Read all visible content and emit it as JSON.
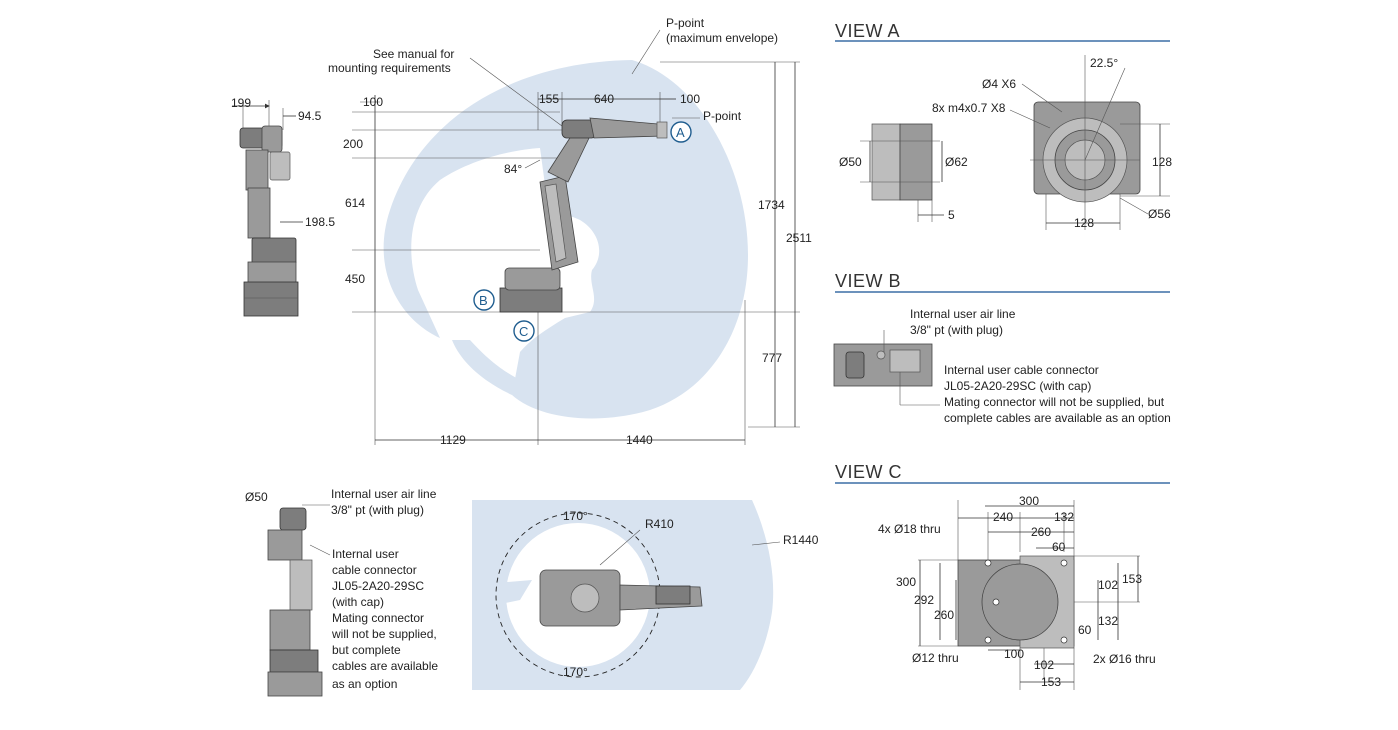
{
  "views": {
    "a": {
      "title": "VIEW A"
    },
    "b": {
      "title": "VIEW B"
    },
    "c": {
      "title": "VIEW C"
    }
  },
  "colors": {
    "envelope": "#d8e3f0",
    "robot": "#9a9a9a",
    "rule": "#3b6ea5",
    "callout": "#1f5d8f"
  },
  "side_view": {
    "labels": {
      "d199": "199",
      "d94_5": "94.5",
      "d198_5": "198.5"
    }
  },
  "main_view": {
    "p_point_envelope": [
      "P-point",
      "(maximum envelope)"
    ],
    "mounting_note": [
      "See manual for",
      "mounting requirements"
    ],
    "p_point": "P-point",
    "d100_left": "100",
    "d155": "155",
    "d640": "640",
    "d100_right": "100",
    "d200": "200",
    "d84": "84°",
    "d614": "614",
    "d450": "450",
    "d1734": "1734",
    "d2511": "2511",
    "d777": "777",
    "d1129": "1129",
    "d1440": "1440",
    "callout_a": "A",
    "callout_b": "B",
    "callout_c": "C"
  },
  "view_a": {
    "d50": "Ø50",
    "d62": "Ø62",
    "d5": "5",
    "d22_5": "22.5°",
    "d4x6": "Ø4 X6",
    "m4": "8x m4x0.7 X8",
    "d128_v": "128",
    "d128_h": "128",
    "d56": "Ø56"
  },
  "view_b": {
    "air_line": [
      "Internal user air line",
      "3/8\" pt (with plug)"
    ],
    "cable": [
      "Internal user cable connector",
      "JL05-2A20-29SC (with cap)",
      "Mating connector will not be supplied, but",
      "complete cables are available as an option"
    ]
  },
  "lower_side": {
    "d50": "Ø50",
    "air_line": [
      "Internal user air line",
      "3/8\" pt (with plug)"
    ],
    "cable": [
      "Internal user",
      "cable connector",
      "JL05-2A20-29SC",
      "(with cap)",
      "Mating connector",
      "will not be supplied,",
      "but complete",
      "cables are available",
      "as an option"
    ]
  },
  "top_view": {
    "a170_top": "170°",
    "r410": "R410",
    "r1440": "R1440",
    "a170_bottom": "170°"
  },
  "view_c": {
    "d300_top": "300",
    "d240": "240",
    "d132_top": "132",
    "d260_top": "260",
    "d60_top": "60",
    "holes18": "4x Ø18 thru",
    "d300_left": "300",
    "d292": "292",
    "d260_left": "260",
    "d102_right": "102",
    "d153_right": "153",
    "d132_right": "132",
    "d60_right": "60",
    "d12": "Ø12 thru",
    "d100": "100",
    "d102_bottom": "102",
    "d16": "2x Ø16 thru",
    "d153_bottom": "153"
  }
}
